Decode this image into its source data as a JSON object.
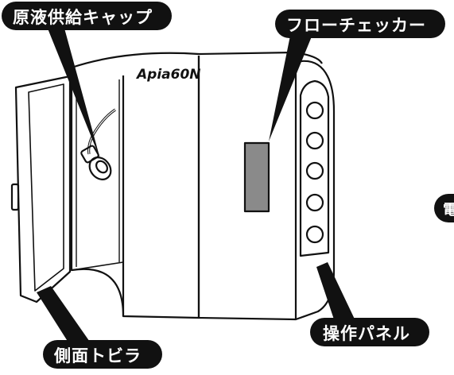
{
  "diagram": {
    "model_name": "Apia60N",
    "callouts": {
      "liquid_supply_cap": "原液供給キャップ",
      "flow_checker": "フローチェッカー",
      "side_door": "側面トビラ",
      "operation_panel": "操作パネル",
      "partial_right": "電"
    },
    "colors": {
      "label_background": "#111111",
      "label_text": "#ffffff",
      "outline": "#111111",
      "flow_window": "#8a8a8a"
    }
  }
}
